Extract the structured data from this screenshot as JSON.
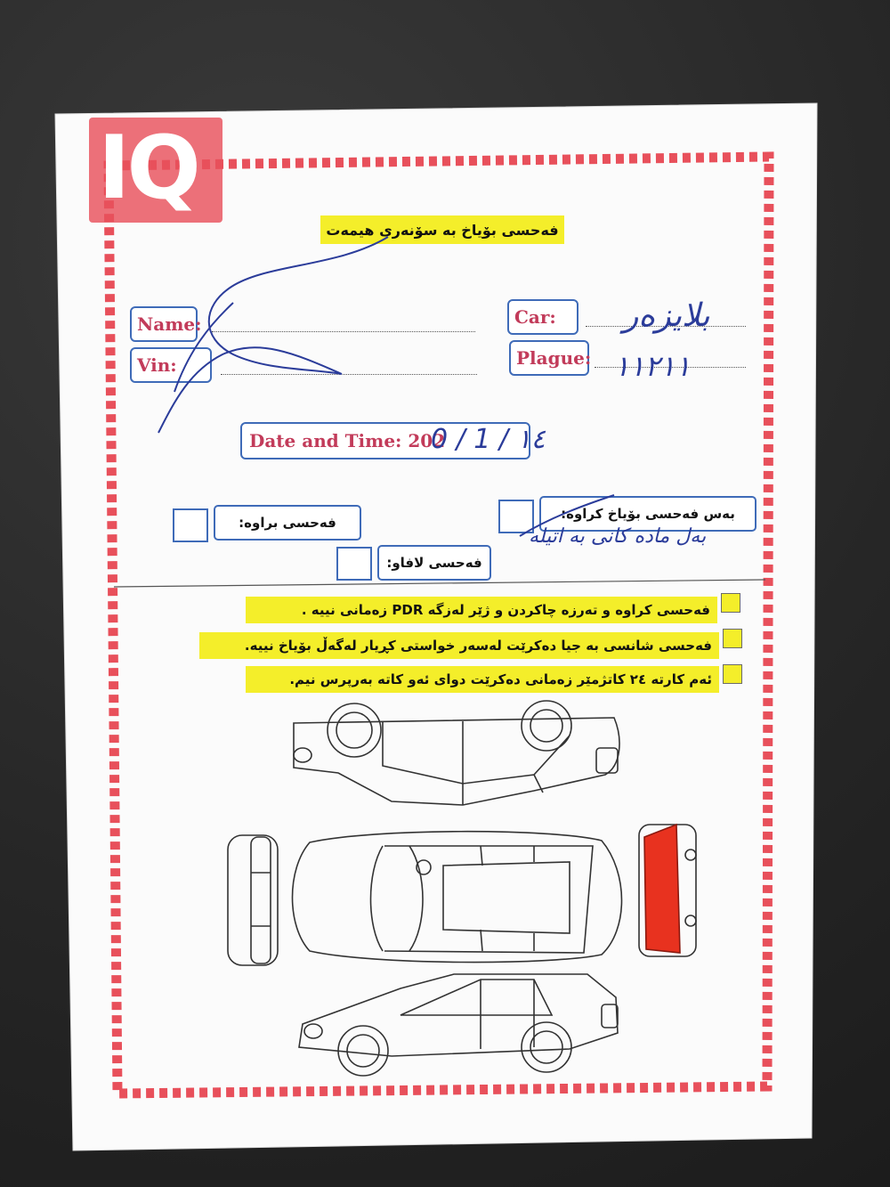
{
  "title": "فەحسی بۆیاخ بە سۆنەری هیمەت",
  "fields": {
    "name_label": "Name:",
    "vin_label": "Vin:",
    "car_label": "Car:",
    "plague_label": "Plague:",
    "datetime_label": "Date and Time: 202"
  },
  "handwritten": {
    "car": "بلایزەر",
    "plague": "١١٢١١",
    "date": "0 / 1 / ١٤",
    "remark": "بەل مادە کانی بە اتیلە"
  },
  "options": {
    "brawa": "فەحسی براوە:",
    "bas_kraw": "بەس فەحسی بۆیاخ کراوە:",
    "lafaw": "فەحسی لافاو:"
  },
  "notes": [
    "فەحسی کراوە و تەرزە چاکردن و ژێر لەزگە PDR زەمانی نییە .",
    "فەحسی شانسی بە جیا دەکرێت لەسەر خواستی کڕیار لەگەڵ بۆیاخ نییە.",
    "ئەم کارتە ٢٤ کاتژمێر زەمانی دەکرێت دوای ئەو کاتە بەرپرس نیم."
  ],
  "watermark_text": "IQ",
  "colors": {
    "frame": "#e8505b",
    "label_border": "#3f6bb8",
    "label_text": "#c23b5a",
    "highlight": "#f4ee2a",
    "ink": "#2b3c9a",
    "marked_damage": "#e8321f"
  },
  "diagram": {
    "marked_part": "rear-bumper-panel"
  }
}
